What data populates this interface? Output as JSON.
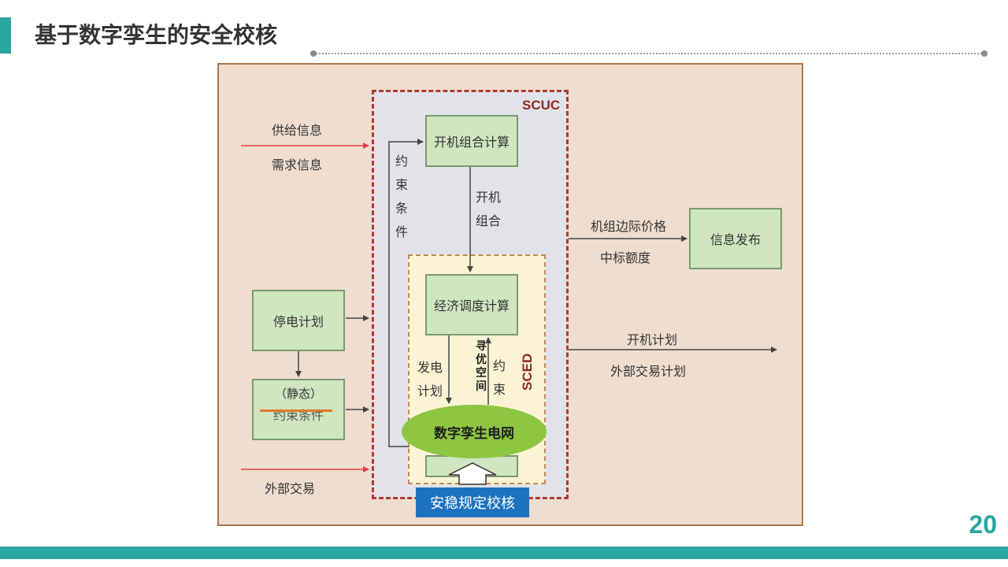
{
  "slide": {
    "title": "基于数字孪生的安全校核",
    "page_number": "20",
    "accent_color": "#2aa6a0"
  },
  "diagram": {
    "scuc_label": "SCUC",
    "sced_label": "SCED",
    "inputs": {
      "supply": "供给信息",
      "demand": "需求信息",
      "external_trade": "外部交易"
    },
    "outage_plan": "停电计划",
    "static_note": "（静态）",
    "constraint_conditions": "约束条件",
    "uc_calc": "开机组合计算",
    "constraint_vertical": "约束条件",
    "uc_result": "开机组合",
    "ed_calc": "经济调度计算",
    "gen_plan": "发电计划",
    "search_space": "寻优空间",
    "constraint_short": "约束",
    "digital_twin": "数字孪生电网",
    "security_check": "安稳规定校核",
    "outputs": {
      "marginal_price": "机组边际价格",
      "winning_volume": "中标额度",
      "info_publish": "信息发布",
      "uc_plan": "开机计划",
      "external_plan": "外部交易计划"
    },
    "colors": {
      "frame_bg": "#efddcf",
      "scuc_border": "#b03a2e",
      "box_fill": "#cfe6c0",
      "ellipse_fill": "#8dc641",
      "check_box": "#1d72c0",
      "input_arrow": "#e04040"
    }
  }
}
